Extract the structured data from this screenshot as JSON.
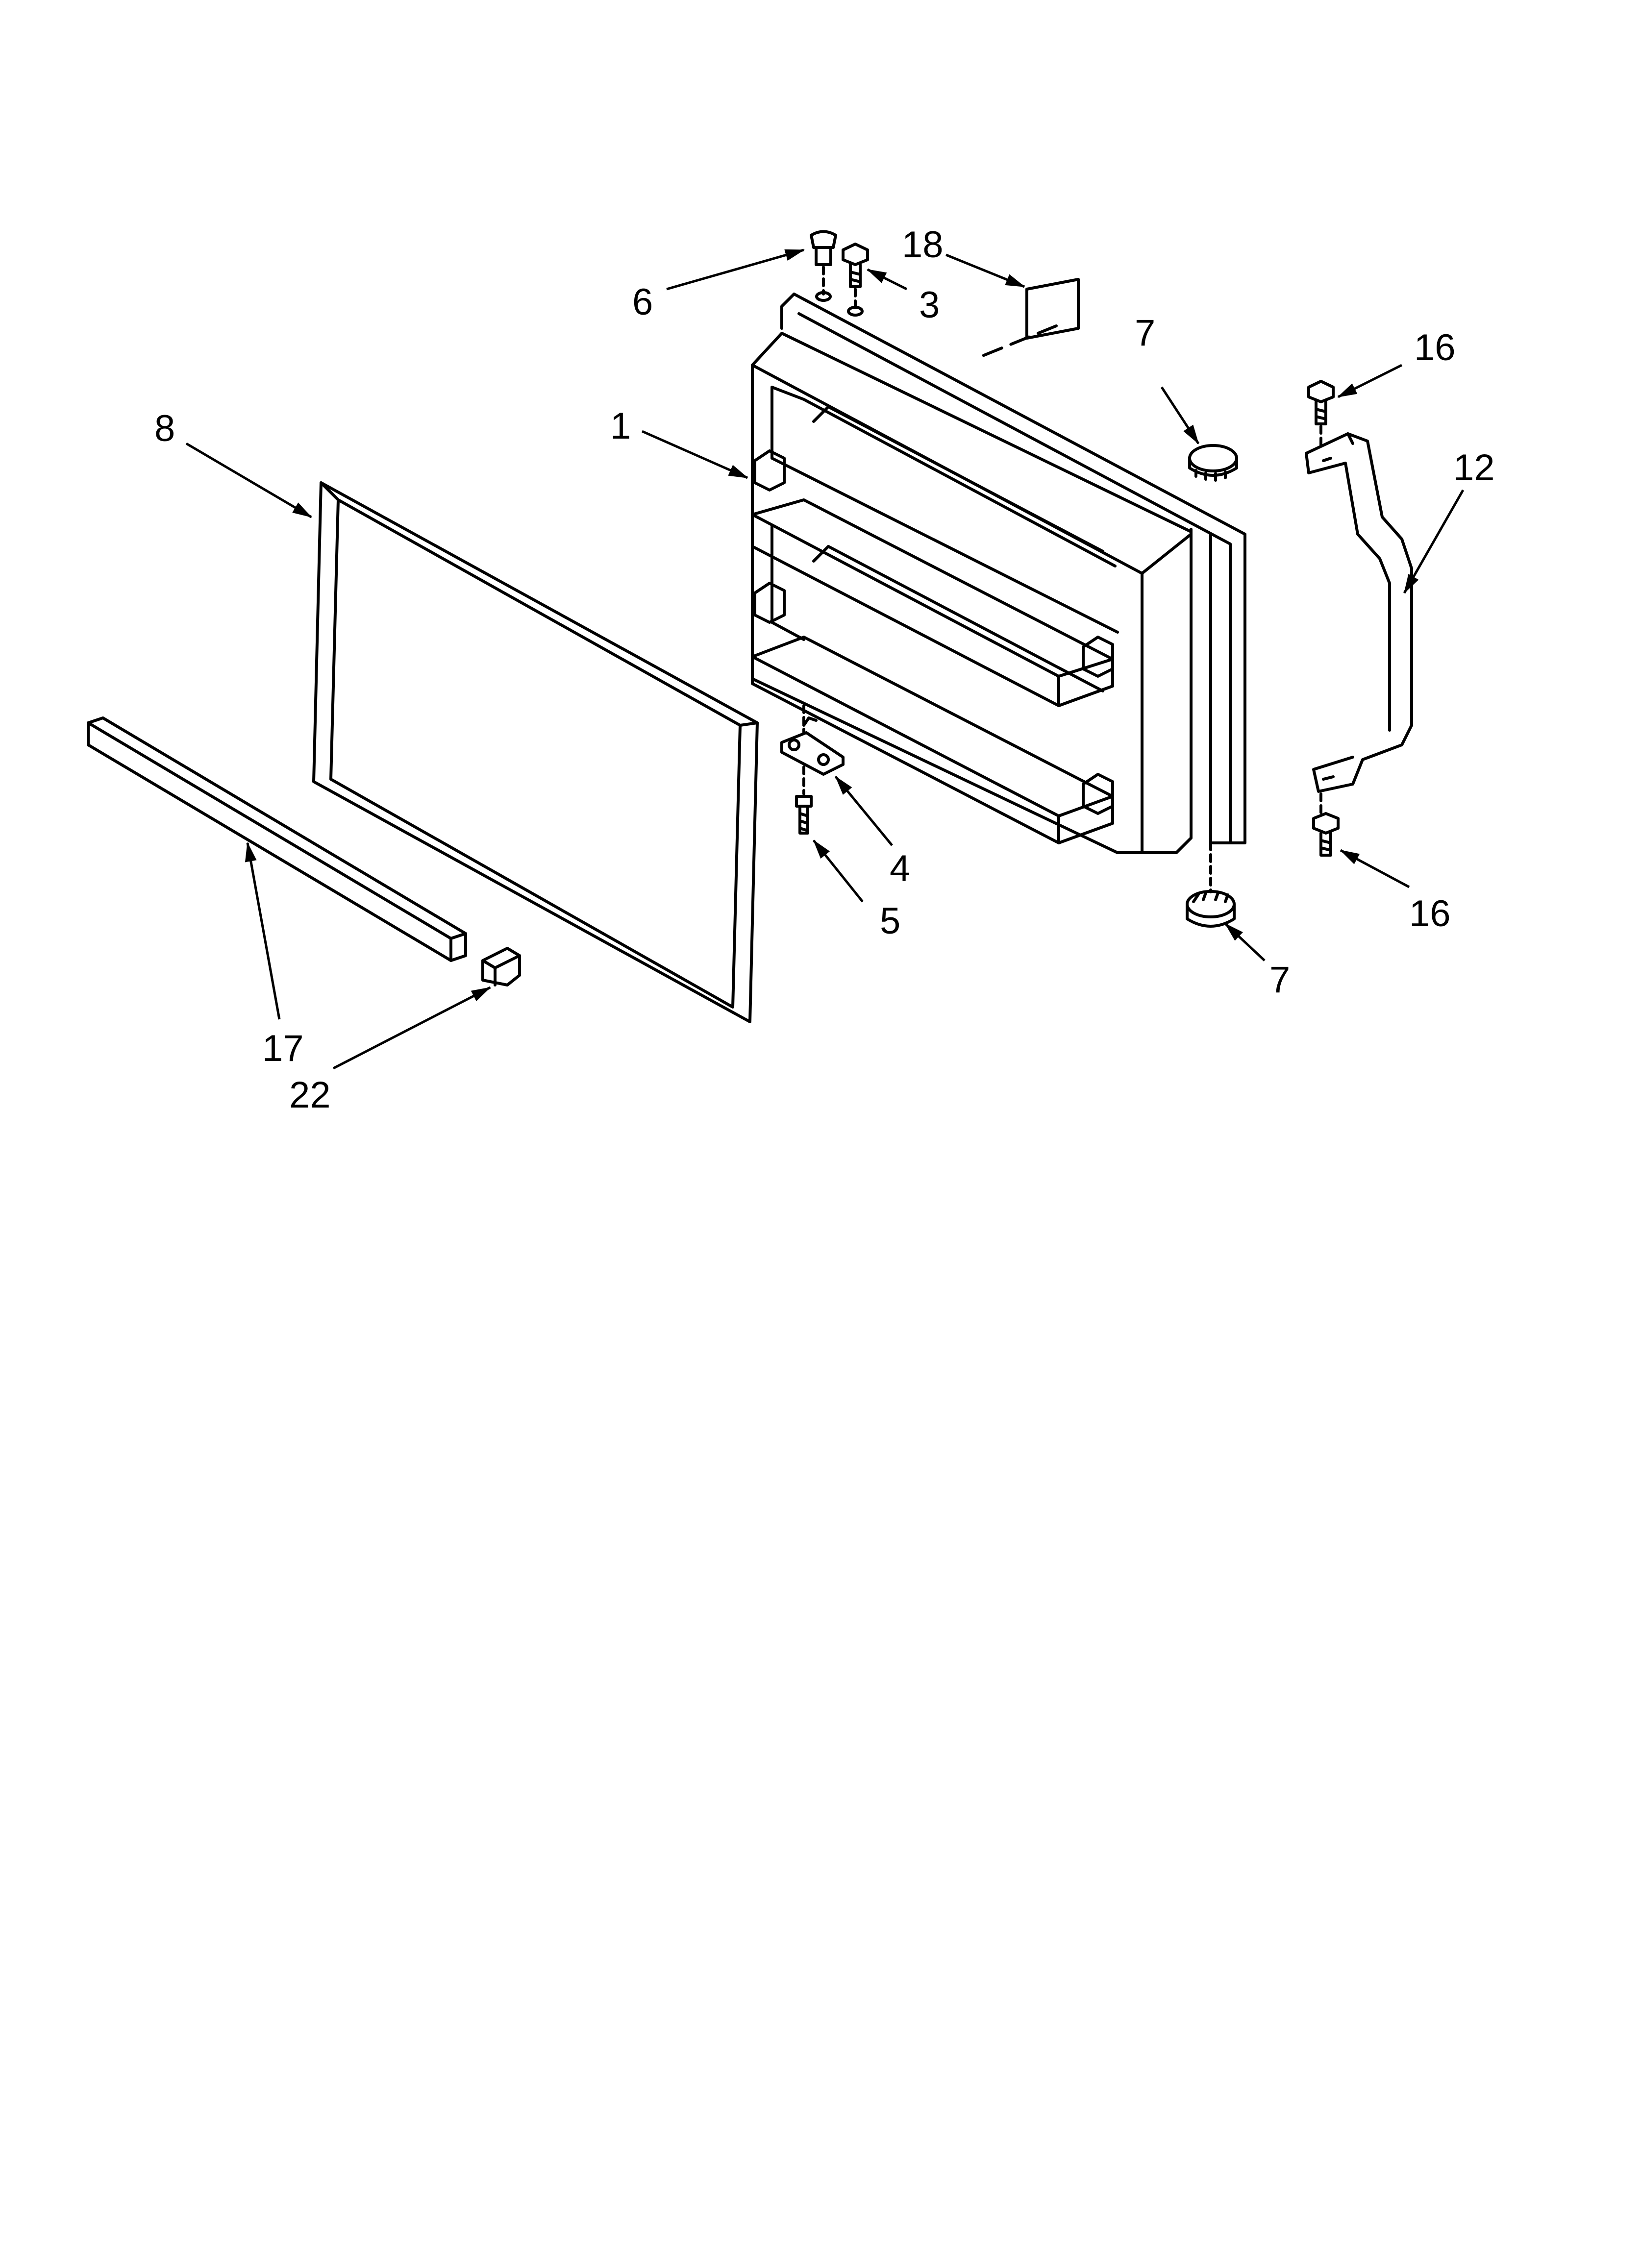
{
  "diagram": {
    "callouts": [
      {
        "id": "c6",
        "label": "6"
      },
      {
        "id": "c3",
        "label": "3"
      },
      {
        "id": "c18",
        "label": "18"
      },
      {
        "id": "c7-top",
        "label": "7"
      },
      {
        "id": "c16-top",
        "label": "16"
      },
      {
        "id": "c8",
        "label": "8"
      },
      {
        "id": "c1",
        "label": "1"
      },
      {
        "id": "c12",
        "label": "12"
      },
      {
        "id": "c4",
        "label": "4"
      },
      {
        "id": "c5",
        "label": "5"
      },
      {
        "id": "c16-bottom",
        "label": "16"
      },
      {
        "id": "c7-bottom",
        "label": "7"
      },
      {
        "id": "c17",
        "label": "17"
      },
      {
        "id": "c22",
        "label": "22"
      }
    ]
  }
}
